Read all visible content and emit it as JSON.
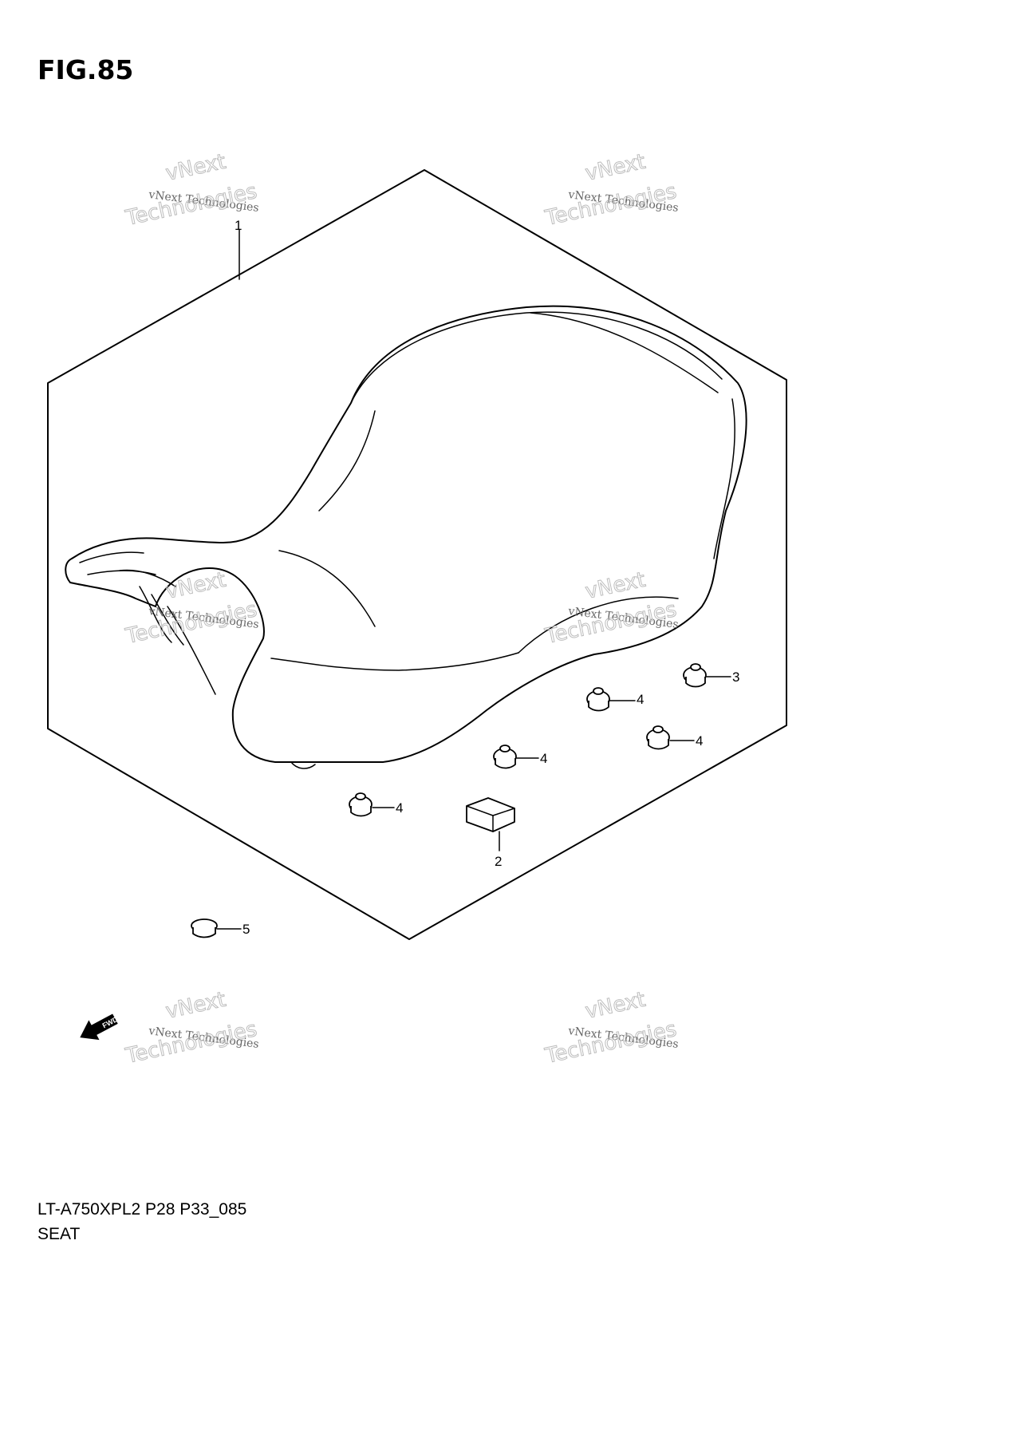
{
  "figure": {
    "title": "FIG.85",
    "code": "LT-A750XPL2 P28 P33_085",
    "name": "SEAT"
  },
  "callouts": [
    {
      "id": "1",
      "label": "1"
    },
    {
      "id": "2",
      "label": "2"
    },
    {
      "id": "3",
      "label": "3"
    },
    {
      "id": "4a",
      "label": "4"
    },
    {
      "id": "4b",
      "label": "4"
    },
    {
      "id": "4c",
      "label": "4"
    },
    {
      "id": "4d",
      "label": "4"
    },
    {
      "id": "5",
      "label": "5"
    }
  ],
  "fwd_label": "FWD",
  "watermark": {
    "line1": "vNext Technologies",
    "line2": "vNext",
    "line3": "Technologies"
  }
}
